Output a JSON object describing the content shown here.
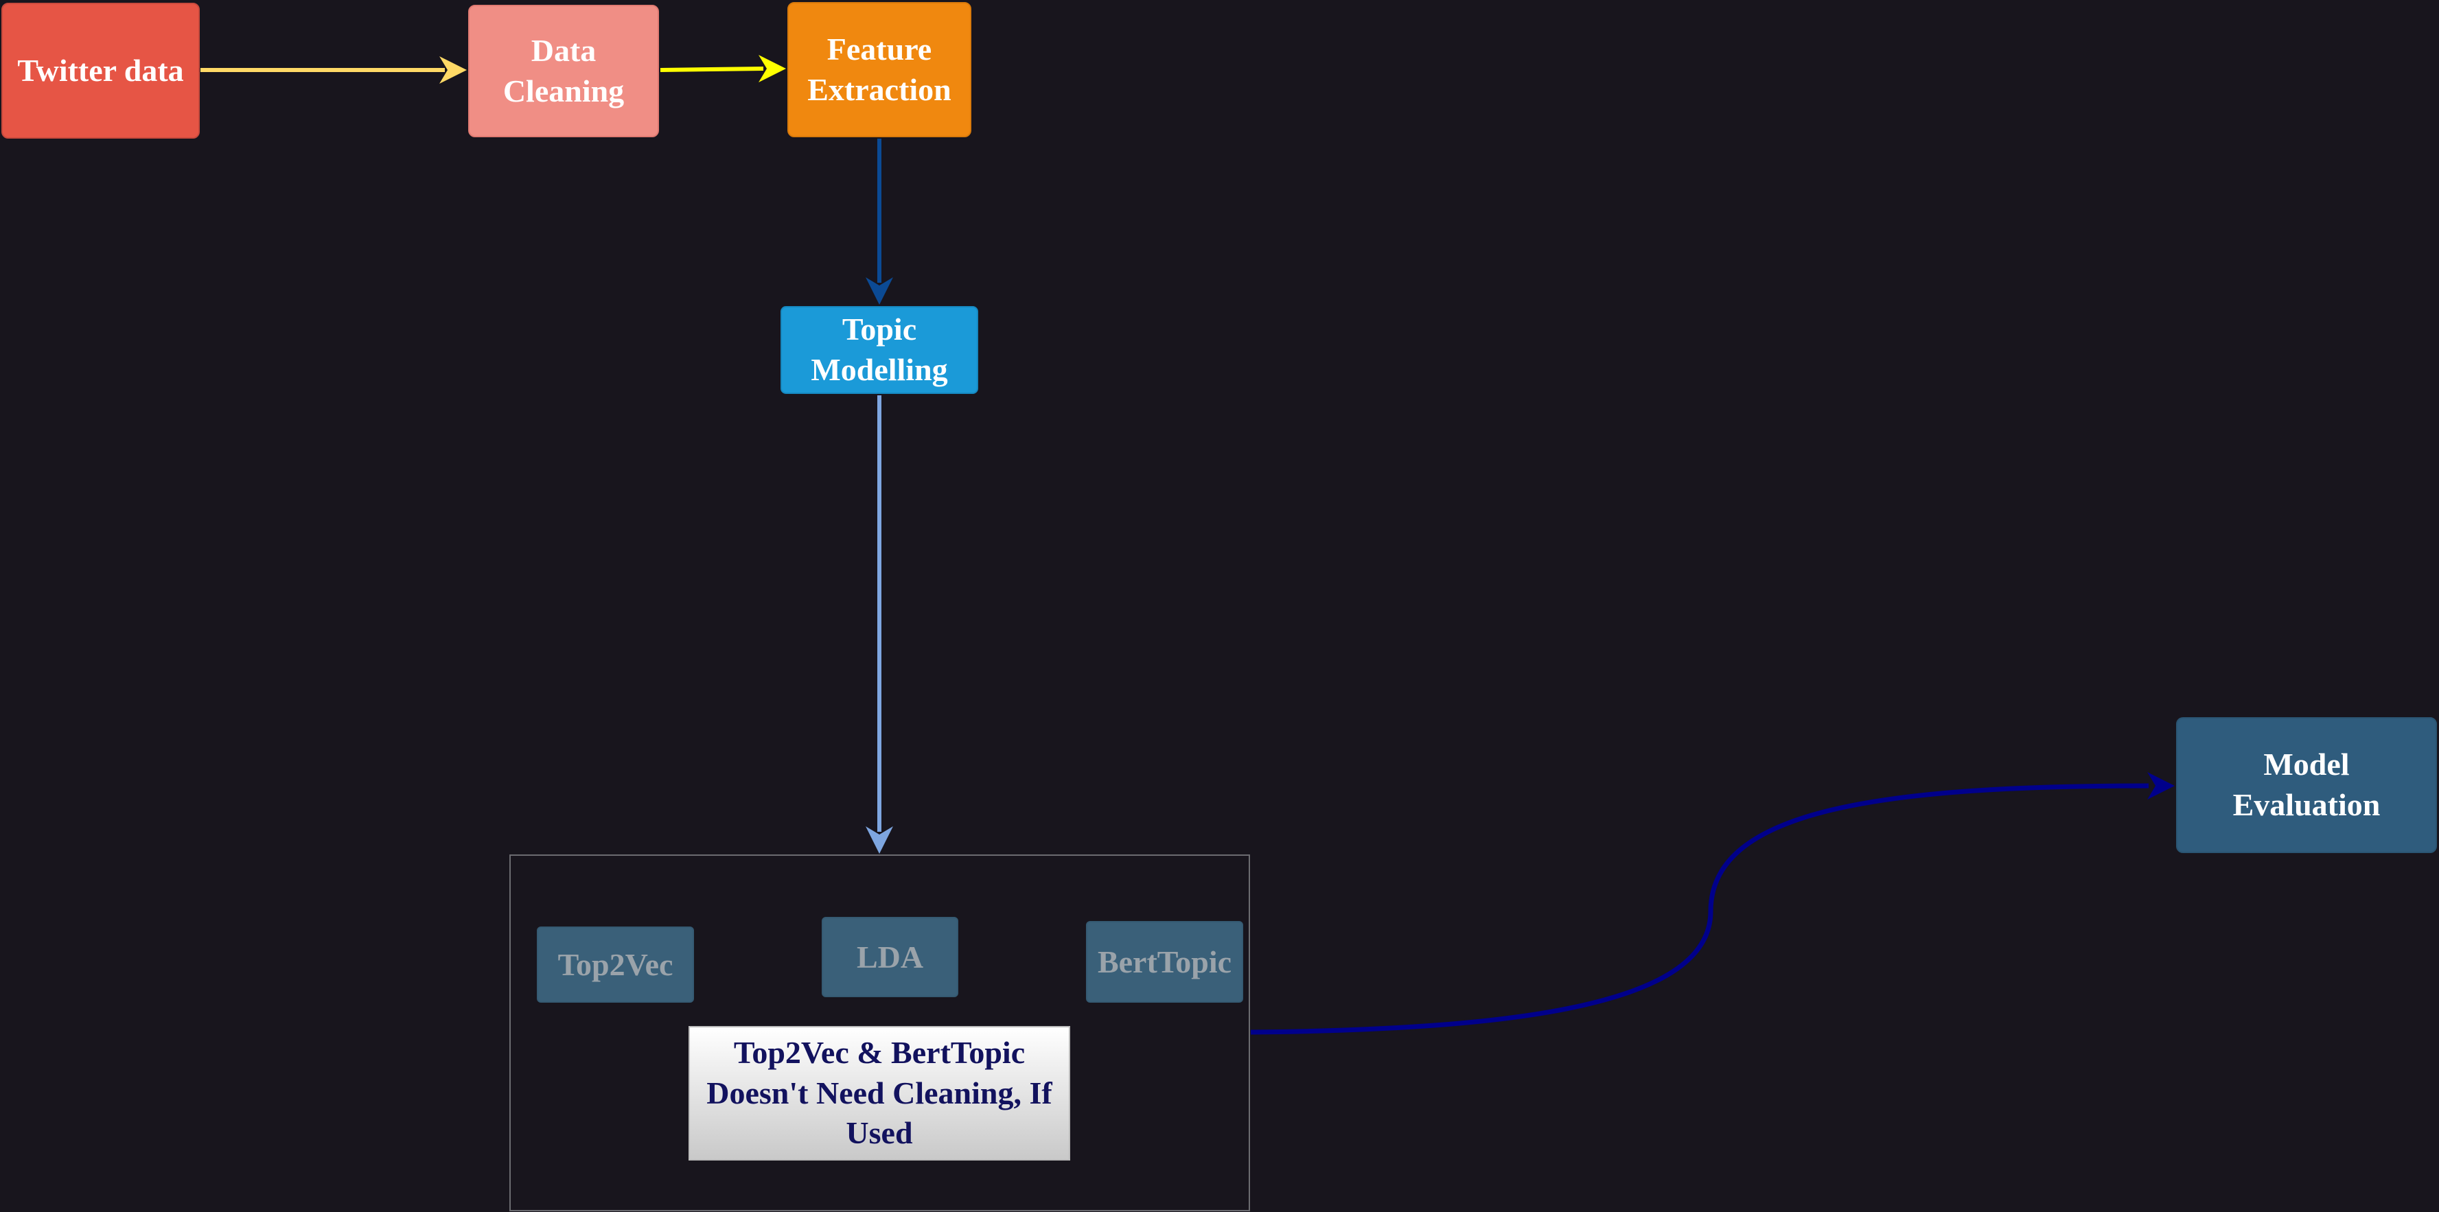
{
  "nodes": {
    "twitter": "Twitter data",
    "cleaning": "Data\nCleaning",
    "feature": "Feature\nExtraction",
    "topic": "Topic\nModelling",
    "evaluation": "Model\nEvaluation"
  },
  "models": {
    "top2vec": "Top2Vec",
    "lda": "LDA",
    "berttopic": "BertTopic"
  },
  "note": "Top2Vec & BertTopic\nDoesn't Need Cleaning, If\nUsed",
  "colors": {
    "background": "#18151d",
    "twitter": "#e65545",
    "cleaning": "#f08e85",
    "feature": "#f0880f",
    "topic": "#1b9ad8",
    "evaluation": "#2f5c7d",
    "model_box": "#3a6079",
    "note_text": "#12125e",
    "edge_twitter_cleaning": "#ffd966",
    "edge_cleaning_feature": "#ffff00",
    "edge_feature_topic": "#0b4a94",
    "edge_topic_models": "#7ea6e0",
    "edge_models_eval": "#00008b"
  }
}
